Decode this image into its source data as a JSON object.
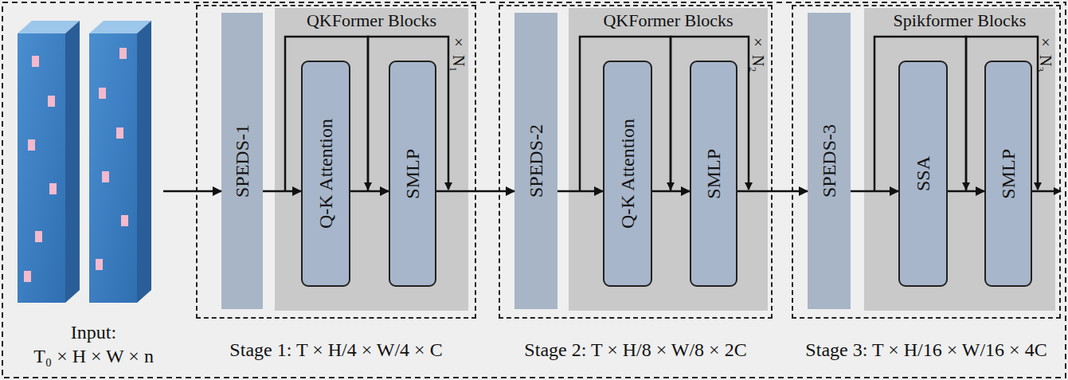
{
  "diagram": {
    "nodes": [
      {
        "text": [
          "Input:",
          "T₀ × H × W × n"
        ]
      },
      {
        "text": [
          "Stage 1: T × H/4 × W/4 × C"
        ]
      },
      {
        "text": [
          "SPEDS-1"
        ],
        "in": 1
      },
      {
        "text": [
          "QKFormer Blocks",
          "× N₁"
        ],
        "in": 1
      },
      {
        "text": [
          "Q-K Attention"
        ],
        "in": 3
      },
      {
        "text": [
          "SMLP"
        ],
        "in": 3
      },
      {
        "text": [
          "Stage 2: T × H/8 × W/8 × 2C"
        ]
      },
      {
        "text": [
          "SPEDS-2"
        ],
        "in": 6
      },
      {
        "text": [
          "QKFormer Blocks",
          "× N₂"
        ],
        "in": 6
      },
      {
        "text": [
          "Q-K Attention"
        ],
        "in": 8
      },
      {
        "text": [
          "SMLP"
        ],
        "in": 8
      },
      {
        "text": [
          "Stage 3: T × H/16 × W/16 × 4C"
        ]
      },
      {
        "text": [
          "SPEDS-3"
        ],
        "in": 11
      },
      {
        "text": [
          "Spikformer Blocks",
          "× N₃"
        ],
        "in": 11
      },
      {
        "text": [
          "SSA"
        ],
        "in": 13
      },
      {
        "text": [
          "SMLP"
        ],
        "in": 13
      }
    ],
    "edges": [
      {
        "from": 0,
        "to": 2,
        "arrow": "to"
      },
      {
        "from": 2,
        "to": 4,
        "arrow": "to"
      },
      {
        "from": 4,
        "to": 5,
        "arrow": "to"
      },
      {
        "from": 5,
        "to": 7,
        "arrow": "to"
      },
      {
        "from": 7,
        "to": 9,
        "arrow": "to"
      },
      {
        "from": 9,
        "to": 10,
        "arrow": "to"
      },
      {
        "from": 10,
        "to": 12,
        "arrow": "to"
      },
      {
        "from": 12,
        "to": 14,
        "arrow": "to"
      },
      {
        "from": 14,
        "to": 15,
        "arrow": "to"
      }
    ]
  }
}
